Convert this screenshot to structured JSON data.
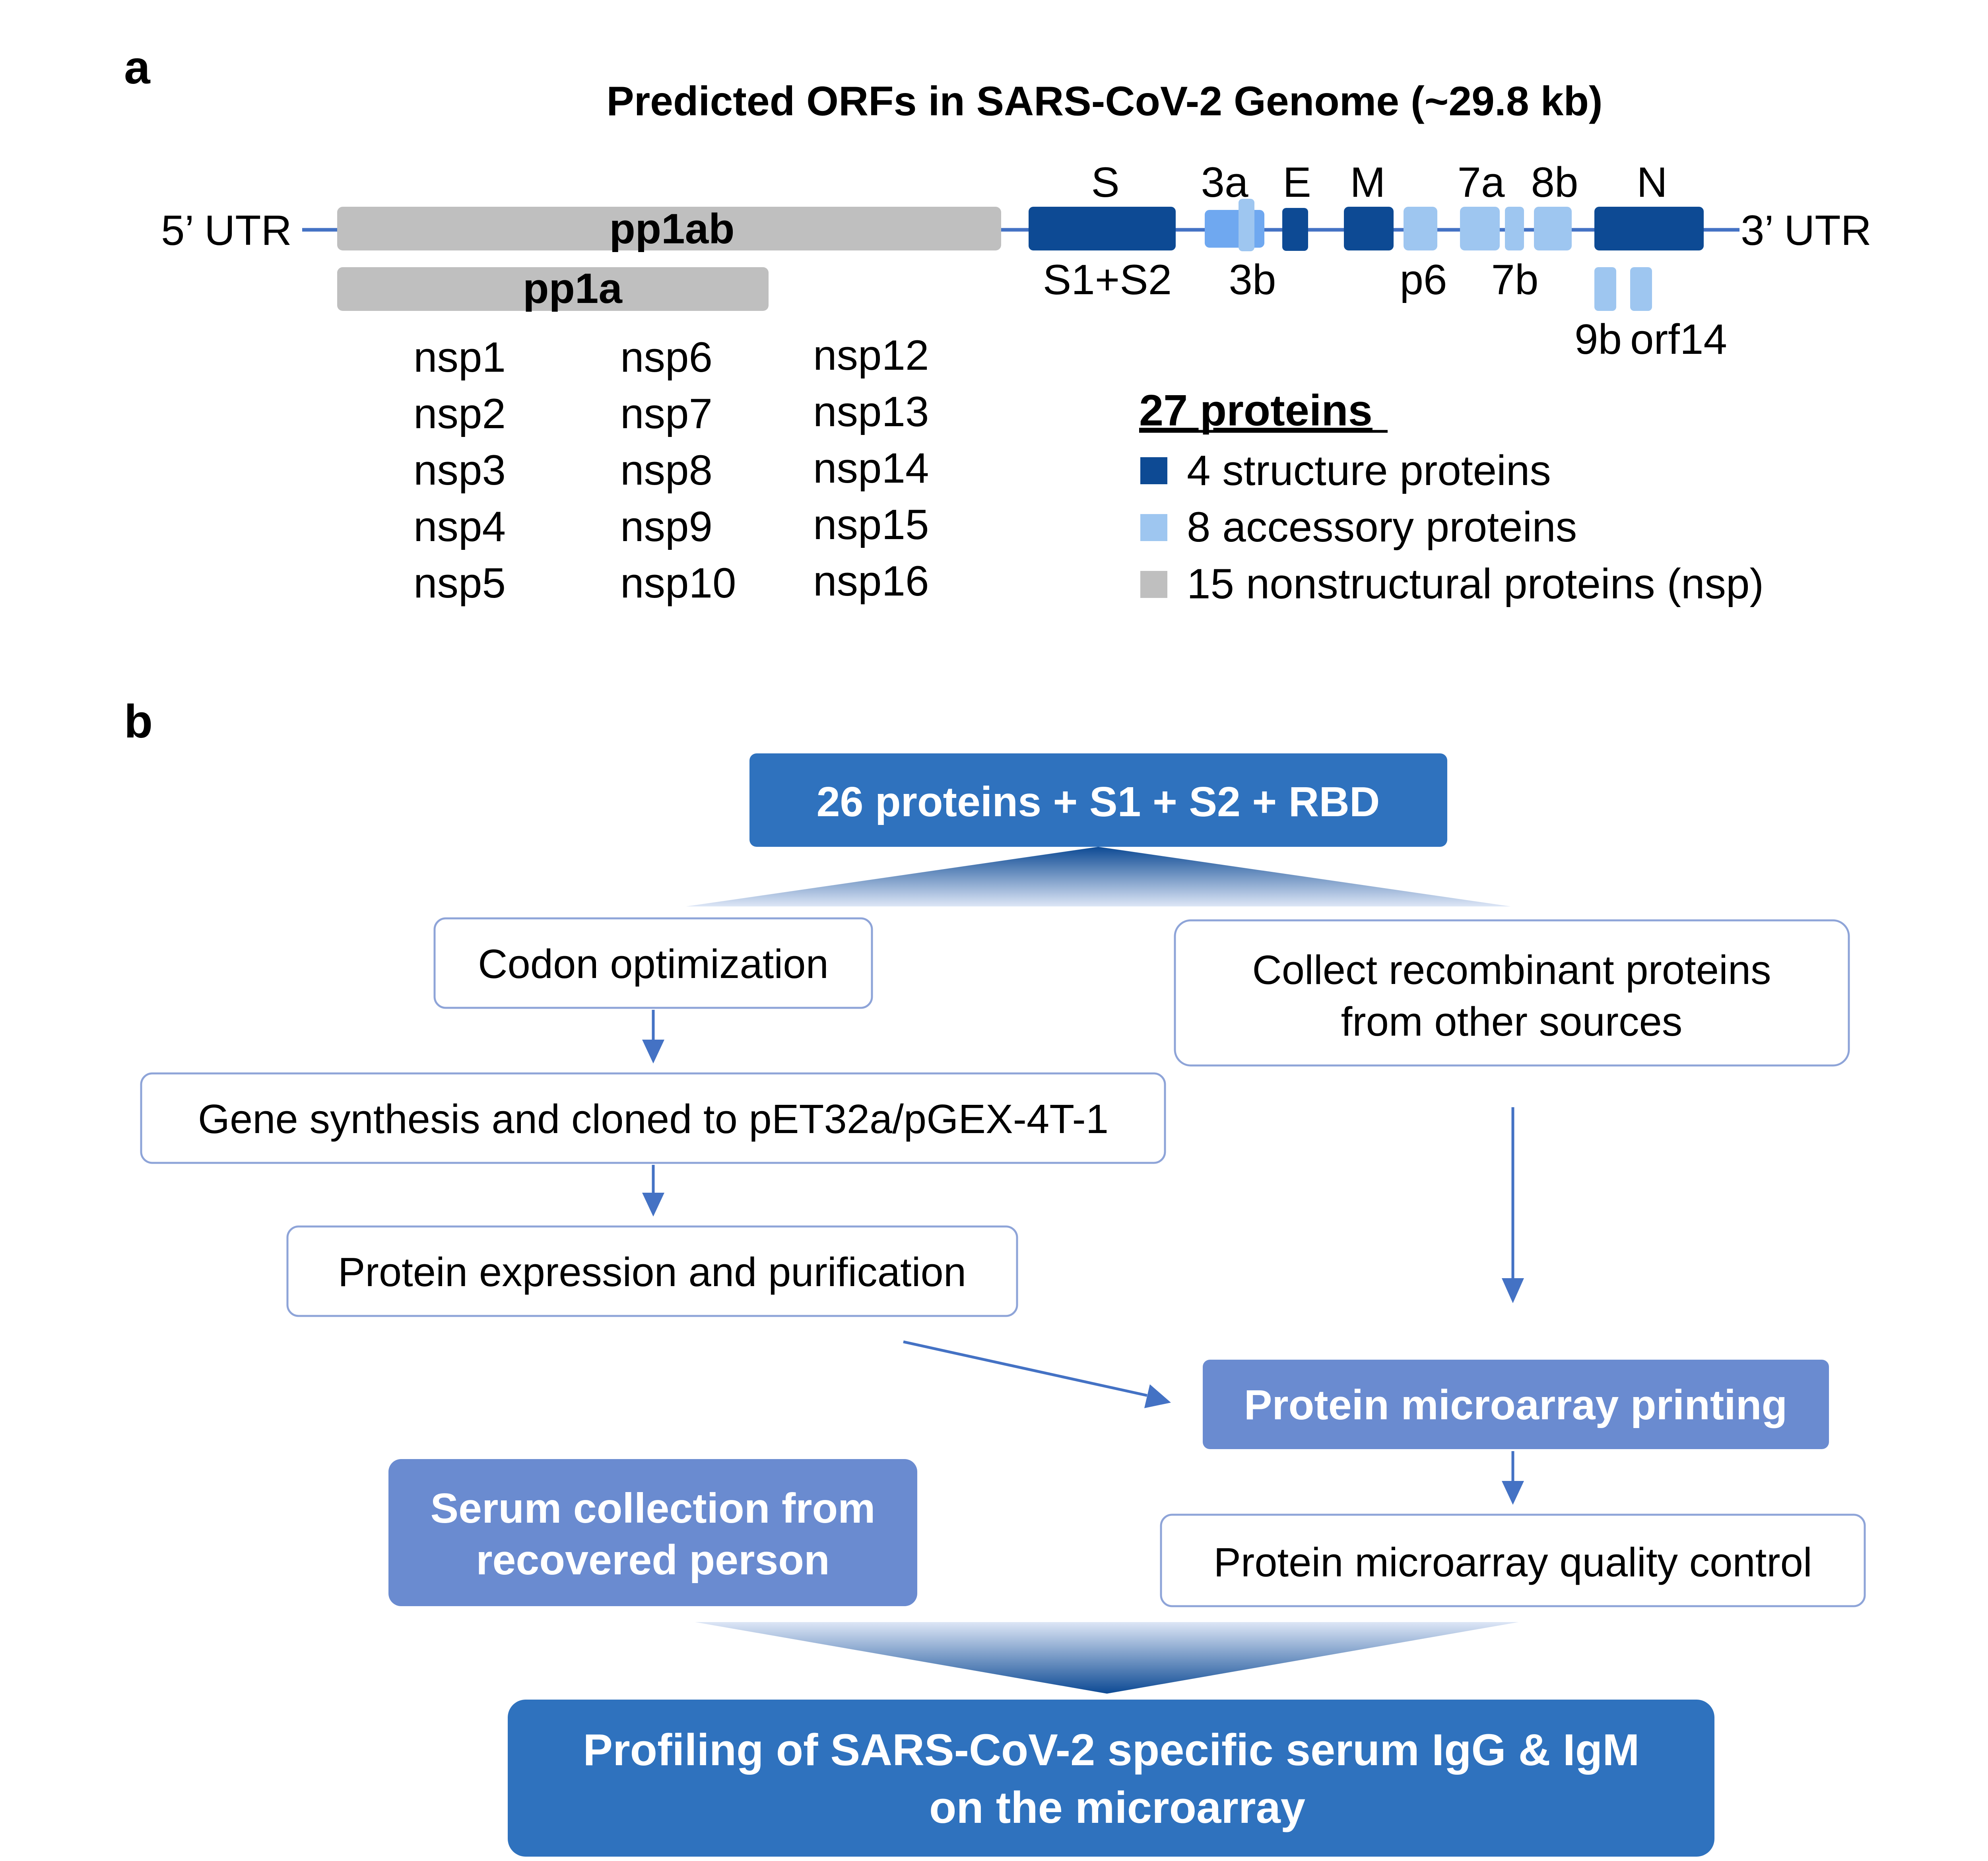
{
  "colors": {
    "structure": "#0d4a94",
    "accessory": "#9ec6f0",
    "nonstructural": "#bfbfbf",
    "line": "#4472c4",
    "box_dark": "#2f72be",
    "box_mid": "#6a8bd0"
  },
  "panel_a": {
    "label": "a",
    "title": "Predicted ORFs in SARS-CoV-2 Genome (~29.8 kb)",
    "utr5": "5’ UTR",
    "utr3": "3’ UTR",
    "pp1ab": "pp1ab",
    "pp1a": "pp1a",
    "genes": {
      "S": "S",
      "S1S2": "S1+S2",
      "3a": "3a",
      "3b": "3b",
      "E": "E",
      "M": "M",
      "p6": "p6",
      "7a": "7a",
      "7b": "7b",
      "8b": "8b",
      "N": "N",
      "9b": "9b",
      "orf14": "orf14"
    },
    "nsp_columns": [
      [
        "nsp1",
        "nsp2",
        "nsp3",
        "nsp4",
        "nsp5"
      ],
      [
        "nsp6",
        "nsp7",
        "nsp8",
        "nsp9",
        "nsp10"
      ],
      [
        "nsp12",
        "nsp13",
        "nsp14",
        "nsp15",
        "nsp16"
      ]
    ],
    "legend": {
      "heading": "27 proteins",
      "items": [
        {
          "label": "4 structure proteins",
          "color": "#0d4a94"
        },
        {
          "label": "8 accessory proteins",
          "color": "#9ec6f0"
        },
        {
          "label": "15 nonstructural proteins (nsp)",
          "color": "#bfbfbf"
        }
      ]
    }
  },
  "panel_b": {
    "label": "b",
    "top": "26 proteins + S1 + S2 + RBD",
    "codon": "Codon optimization",
    "collect_line1": "Collect recombinant proteins",
    "collect_line2": "from other sources",
    "gene": "Gene synthesis and cloned to pET32a/pGEX-4T-1",
    "expression": "Protein expression and purification",
    "printing": "Protein microarray printing",
    "serum_line1": "Serum collection from",
    "serum_line2": "recovered person",
    "qc": "Protein microarray quality control",
    "profiling_line1": "Profiling of SARS-CoV-2 specific serum IgG & IgM",
    "profiling_line2": "on the microarray"
  }
}
